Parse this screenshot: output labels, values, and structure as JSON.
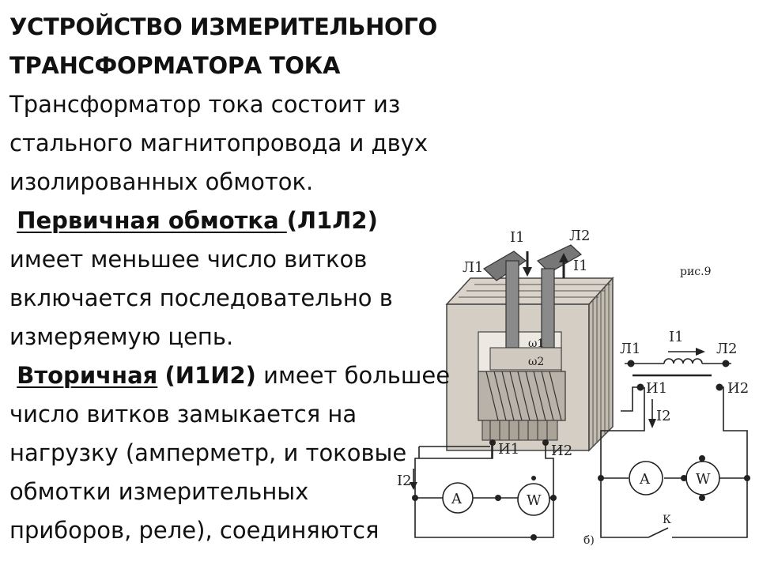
{
  "title": {
    "line1": "УСТРОЙСТВО ИЗМЕРИТЕЛЬНОГО",
    "line2": "ТРАНСФОРМАТОРА ТОКА"
  },
  "intro": {
    "line1": "Трансформатор тока состоит из",
    "line2": "стального магнитопровода и двух",
    "line3": "изолированных обмоток."
  },
  "primary": {
    "term": "Первичная обмотка ",
    "code": "(Л1Л2)",
    "line2": "имеет меньшее число витков",
    "line3": "включается последовательно в",
    "line4": "измеряемую цепь."
  },
  "secondary": {
    "term": "Вторичная",
    "code": "(И1И2)",
    "rest": " имеет большее",
    "line2": "число витков замыкается на",
    "line3": "нагрузку (амперметр, и токовые",
    "line4": "обмотки измерительных",
    "line5": "приборов, реле), соединяются"
  },
  "figure": {
    "caption": "рис.9",
    "label_b": "б)",
    "l1": "Л1",
    "l2": "Л2",
    "i1": "И1",
    "i2": "И2",
    "cur1": "I1",
    "cur2": "I2",
    "w1": "ω1",
    "w2": "ω2",
    "ammeter": "A",
    "wattmeter": "W",
    "switch": "К"
  }
}
